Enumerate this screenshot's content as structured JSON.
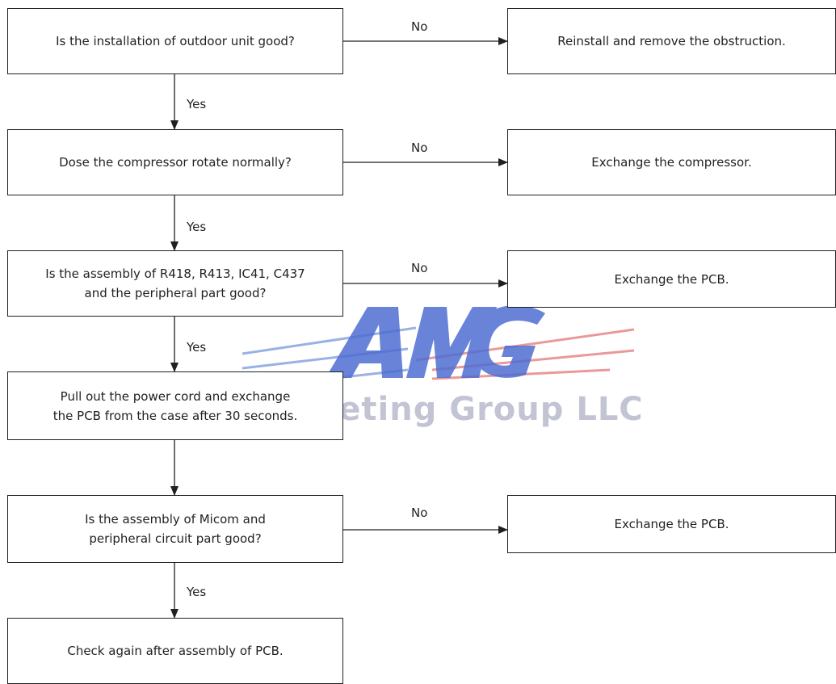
{
  "decisions": [
    {
      "text": "Is the installation of outdoor unit good?",
      "no_label": "No",
      "yes_label": "Yes",
      "action": "Reinstall and remove the obstruction."
    },
    {
      "text": "Dose the compressor rotate normally?",
      "no_label": "No",
      "yes_label": "Yes",
      "action": "Exchange the compressor."
    },
    {
      "text": "Is the assembly of R418, R413, IC41, C437\nand the peripheral part good?",
      "no_label": "No",
      "yes_label": "Yes",
      "action": "Exchange the PCB."
    },
    {
      "text": "Pull out the power cord and exchange\nthe PCB from the case after 30 seconds."
    },
    {
      "text": "Is the assembly of Micom and\nperipheral circuit part good?",
      "no_label": "No",
      "yes_label": "Yes",
      "action": "Exchange the PCB."
    },
    {
      "text": "Check again after assembly of PCB."
    }
  ],
  "watermark": {
    "logo": "AMG",
    "text": "rketing Group LLC"
  }
}
